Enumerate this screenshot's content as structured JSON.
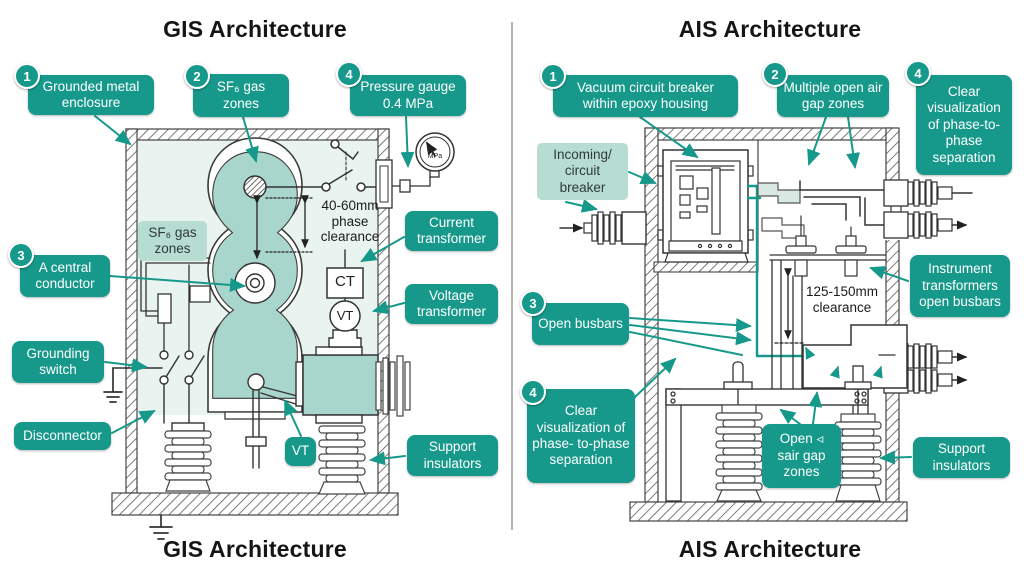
{
  "colors": {
    "accent_teal": "#16998b",
    "label_light_bg": "#b7dcd2",
    "vessel_fill": "#a9d6cc",
    "enclosure_fill": "#e9f4f0",
    "line": "#3a3a3a"
  },
  "gis": {
    "title_top": "GIS Architecture",
    "title_bottom": "GIS Architecture",
    "callouts": {
      "grounded_metal_enclosure": {
        "num": "1",
        "text": "Grounded metal enclosure"
      },
      "sf6_gas_zones": {
        "num": "2",
        "text": "SF₆ gas zones"
      },
      "pressure_gauge": {
        "num": "4",
        "text": "Pressure gauge 0.4 MPa"
      },
      "central_conductor": {
        "num": "3",
        "text": "A central conductor"
      },
      "sf6_gas_zones_inner": {
        "text": "SF₆ gas zones"
      },
      "current_transformer": {
        "text": "Current transformer"
      },
      "voltage_transformer": {
        "text": "Voltage transformer"
      },
      "grounding_switch": {
        "text": "Grounding switch"
      },
      "disconnector": {
        "text": "Disconnector"
      },
      "vt_badge": {
        "text": "VT"
      },
      "support_insulators": {
        "text": "Support insulators"
      }
    },
    "annotations": {
      "phase_clearance": "40-60mm phase clearance",
      "ct": "CT",
      "vt": "VT",
      "gauge_unit": "MPa"
    }
  },
  "ais": {
    "title_top": "AIS Architecture",
    "title_bottom": "AIS Architecture",
    "callouts": {
      "vacuum_breaker": {
        "num": "1",
        "text": "Vacuum circuit breaker within epoxy housing"
      },
      "air_gap_zones": {
        "num": "2",
        "text": "Multiple open air gap zones"
      },
      "phase_separation_right": {
        "num": "4",
        "text": "Clear visualization of phase-to- phase separation"
      },
      "incoming_breaker": {
        "text": "Incoming/ circuit breaker"
      },
      "open_busbars": {
        "num": "3",
        "text": "Open busbars"
      },
      "phase_separation_left": {
        "num": "4",
        "text": "Clear visualization of phase- to-phase separation"
      },
      "instrument_transformers": {
        "text": "Instrument transformers open busbars"
      },
      "open_air_gap_badge": {
        "text": "Open ◃ sair gap zones"
      },
      "support_insulators": {
        "text": "Support insulators"
      }
    },
    "annotations": {
      "clearance": "125-150mm clearance"
    }
  }
}
